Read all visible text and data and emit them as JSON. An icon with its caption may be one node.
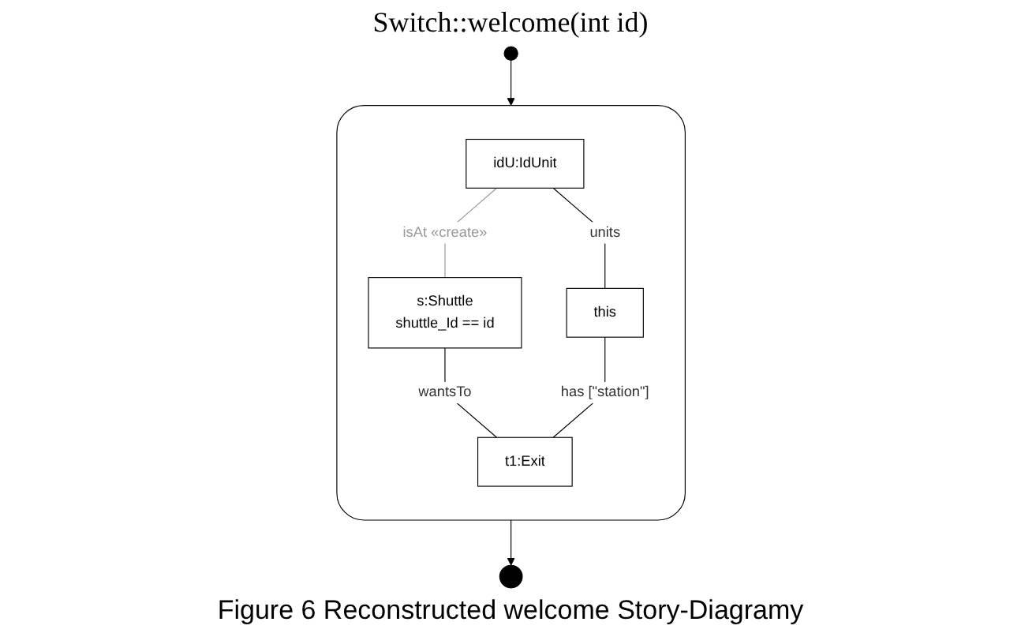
{
  "diagram": {
    "caption": "Figure 6 Reconstructed welcome Story-Diagramy",
    "nodes": [
      {
        "text": [],
        "shape": "circle"
      },
      {
        "text": [],
        "shape": "box"
      },
      {
        "text": [
          "idU:IdUnit"
        ],
        "in": 1
      },
      {
        "text": [
          "s:Shuttle",
          "shuttle_Id == id"
        ],
        "in": 1
      },
      {
        "text": [
          "this"
        ],
        "in": 1
      },
      {
        "text": [
          "t1:Exit"
        ],
        "in": 1
      },
      {
        "text": [],
        "shape": "circle"
      }
    ],
    "edges": [
      {
        "from": 0,
        "to": 1,
        "arrow": "to"
      },
      {
        "from": 2,
        "to": 3,
        "arrow": "none",
        "label": "isAt «create»",
        "color": "#999999"
      },
      {
        "from": 2,
        "to": 4,
        "arrow": "none",
        "label": "units"
      },
      {
        "from": 3,
        "to": 5,
        "arrow": "none",
        "label": "wantsTo"
      },
      {
        "from": 4,
        "to": 5,
        "arrow": "none",
        "label": "has [\"station\"]"
      },
      {
        "from": 1,
        "to": 6,
        "arrow": "to"
      }
    ],
    "labels": [
      "Switch::welcome(int id)"
    ]
  }
}
